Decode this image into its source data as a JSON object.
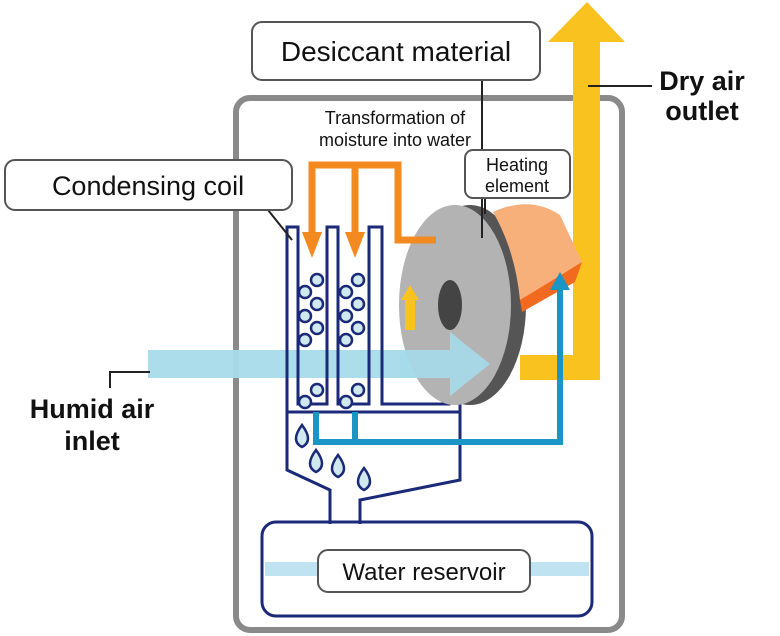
{
  "labels": {
    "desiccant": "Desiccant material",
    "dry_air_1": "Dry air",
    "dry_air_2": "outlet",
    "transformation_1": "Transformation of",
    "transformation_2": "moisture into water",
    "condensing_coil": "Condensing coil",
    "heating_1": "Heating",
    "heating_2": "element",
    "humid_air_1": "Humid air",
    "humid_air_2": "inlet",
    "reservoir": "Water reservoir"
  },
  "colors": {
    "dry_air": "#f9c21e",
    "humid_air": "#a6dbea",
    "moisture_pipe": "#f28a1f",
    "water_return": "#1a95c6",
    "coil": "#1b2a78",
    "wheel": "#b3b3b3",
    "heater": "#f7a266"
  }
}
